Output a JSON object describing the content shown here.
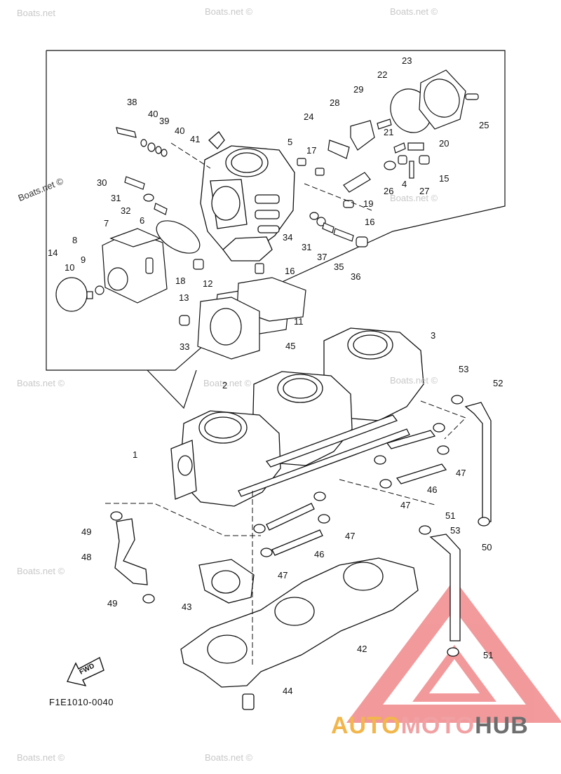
{
  "watermarks": [
    "Boats.net",
    "Boats.net ©",
    "Boats.net ©",
    "Boats.net ©",
    "Boats.net ©",
    "Boats.net ©",
    "Boats.net ©",
    "Boats.net ©",
    "Boats.net ©",
    "Boats.net ©",
    "Boats.net ©"
  ],
  "part_labels": [
    "38",
    "40",
    "39",
    "40",
    "41",
    "30",
    "31",
    "32",
    "8",
    "7",
    "6",
    "14",
    "10",
    "9",
    "18",
    "5",
    "17",
    "24",
    "28",
    "29",
    "22",
    "23",
    "25",
    "21",
    "20",
    "4",
    "26",
    "27",
    "15",
    "19",
    "16",
    "34",
    "31",
    "37",
    "35",
    "36",
    "16",
    "12",
    "13",
    "11",
    "33",
    "3",
    "45",
    "2",
    "53",
    "52",
    "1",
    "47",
    "46",
    "47",
    "51",
    "53",
    "49",
    "47",
    "48",
    "46",
    "50",
    "47",
    "49",
    "43",
    "42",
    "51",
    "44"
  ],
  "diagram_code": "F1E1010-0040",
  "fwd_label": "FWD",
  "brand": {
    "part1": "AUTO",
    "part2": "MOTO",
    "part3": "HUB"
  },
  "colors": {
    "line": "#111111",
    "watermark": "#c8c8c8",
    "brand_orange": "#f2b64a",
    "brand_pink": "#f1a1a3",
    "brand_gray": "#6e6e6e",
    "triangle": "#f07a7a"
  }
}
